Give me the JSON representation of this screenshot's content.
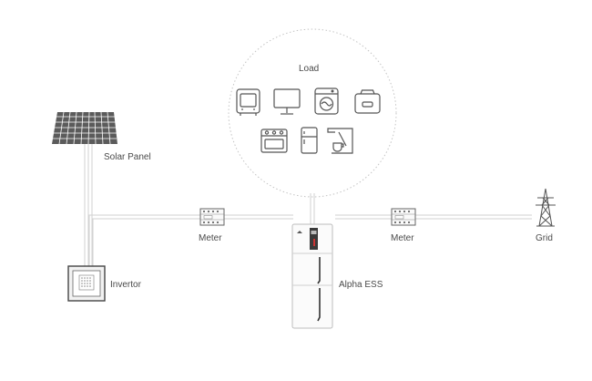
{
  "labels": {
    "load": "Load",
    "solar_panel": "Solar Panel",
    "meter_left": "Meter",
    "meter_right": "Meter",
    "grid": "Grid",
    "invertor": "Invertor",
    "ess": "Alpha ESS"
  },
  "icons": {
    "solar_panel": "solar-panel-icon",
    "invertor": "invertor-icon",
    "meter": "meter-icon",
    "ess": "battery-storage-icon",
    "grid": "power-tower-icon",
    "appliances": [
      "microwave-icon",
      "monitor-icon",
      "washing-machine-icon",
      "bag-device-icon",
      "oven-icon",
      "fridge-icon",
      "coffee-machine-icon"
    ]
  },
  "colors": {
    "line": "#cfcfcf",
    "stroke": "#555555",
    "panel": "#5a5a5a",
    "text": "#4a4a4a"
  }
}
